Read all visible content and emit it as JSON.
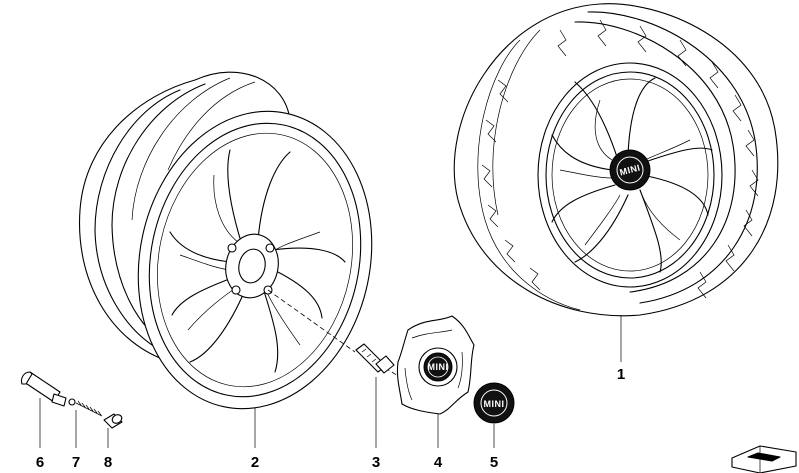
{
  "callouts": {
    "c1": "1",
    "c2": "2",
    "c3": "3",
    "c4": "4",
    "c5": "5",
    "c6": "6",
    "c7": "7",
    "c8": "8"
  },
  "logo_text": "MINI",
  "icons": {
    "complete_wheel": "wheel-tire-icon",
    "rim": "alloy-rim-icon",
    "bolt": "wheel-bolt-icon",
    "hub_cap": "hub-cap-icon",
    "emblem": "mini-emblem-icon",
    "valve": "valve-stem-icon",
    "valve_core": "valve-core-icon",
    "valve_cap": "valve-cap-icon",
    "nav_arrow": "parts-catalog-arrow-icon"
  },
  "colors": {
    "line": "#000000",
    "background": "#ffffff",
    "emblem": "#111111"
  }
}
